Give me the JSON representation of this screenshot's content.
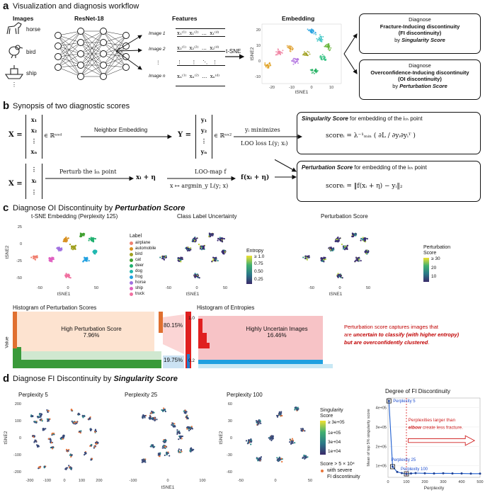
{
  "panel_a": {
    "letter": "a",
    "title": "Visualization and diagnosis workflow",
    "images_header": "Images",
    "animal_labels": [
      "horse",
      "bird",
      "ship"
    ],
    "animal_colors": [
      "#a070d0",
      "#6a9a20",
      "#d060c0"
    ],
    "more_dots": "⋮",
    "network_header": "ResNet-18",
    "features_header": "Features",
    "image_rows": [
      "Image 1",
      "Image 2",
      "⋮",
      "Image n"
    ],
    "feature_rows": [
      "x₁⁽¹⁾  x₁⁽²⁾  …  x₁⁽ᵈ⁾",
      "x₂⁽¹⁾  x₂⁽²⁾  …  x₂⁽ᵈ⁾",
      "⋮      ⋮    ⋱   ⋮",
      "xₙ⁽¹⁾  xₙ⁽²⁾  …  xₙ⁽ᵈ⁾"
    ],
    "tsne_label": "t-SNE",
    "embedding_header": "Embedding",
    "emb_ylabel": "tSNE2",
    "emb_xlabel": "tSNE1",
    "emb_yticks": [
      "20",
      "10",
      "0",
      "-10"
    ],
    "emb_xticks": [
      "-20",
      "-10",
      "0",
      "10"
    ],
    "diag1": {
      "l1": "Diagnose",
      "l2": "Fracture-Inducing discontinuity",
      "l3": "(FI discontinuity)",
      "l4": "by",
      "l5": "Singularity Score"
    },
    "diag2": {
      "l1": "Diagnose",
      "l2": "Overconfidence-Inducing discontinuity",
      "l3": "(OI discontinuity)",
      "l4": "by",
      "l5": "Perturbation Score"
    }
  },
  "panel_b": {
    "letter": "b",
    "title": "Synopsis of two diagnostic scores",
    "X_label": "X =",
    "X_col": [
      "x₁",
      "x₂",
      "⋮",
      "xₙ"
    ],
    "X_dim": "∈ ℝⁿˣᵈ",
    "neighbor_embedding": "Neighbor Embedding",
    "Y_label": "Y =",
    "Y_col": [
      "y₁",
      "y₂",
      "⋮",
      "yₙ"
    ],
    "Y_dim": "∈ ℝⁿˣ²",
    "yi_min": "yᵢ minimizes",
    "loo_loss": "LOO loss L(y; xᵢ)",
    "sing_title_a": "Singularity Score",
    "sing_title_b": "for embedding of the iₜₕ point",
    "sing_formula": "scoreᵢ = λ⁻¹ₘᵢₙ ( ∂L / ∂yᵢ∂yᵢᵀ )",
    "X2_col": [
      "⋮",
      "xᵢ",
      "⋮"
    ],
    "perturb_text": "Perturb the iₜₕ point",
    "xi_eta": "xᵢ + η",
    "loo_map": "LOO-map f",
    "loo_map2": "x ↦ argmin_y L(y; x)",
    "f_out": "f(xᵢ + η)",
    "pert_title_a": "Perturbation Score",
    "pert_title_b": "for embedding of the iₜₕ point",
    "pert_formula": "scoreᵢ = ‖f(xᵢ + η) − yᵢ‖₂"
  },
  "panel_c": {
    "letter": "c",
    "title_a": "Diagnose OI Discontinuity by ",
    "title_b": "Perturbation Score",
    "plot1_title": "t-SNE Embedding (Perplexity 125)",
    "plot2_title": "Class Label Uncertainty",
    "plot3_title": "Perturbation Score",
    "ylabel": "tSNE2",
    "xlabel": "tSNE1",
    "yticks": [
      "25",
      "0",
      "-25",
      "-50"
    ],
    "xticks": [
      "-50",
      "0",
      "50"
    ],
    "legend_title": "Label",
    "labels": [
      "airplane",
      "automobile",
      "bird",
      "cat",
      "deer",
      "dog",
      "frog",
      "horse",
      "ship",
      "truck"
    ],
    "label_colors": [
      "#f08070",
      "#d89020",
      "#a0a020",
      "#40a030",
      "#20b070",
      "#20b8b0",
      "#20a0e0",
      "#a070e0",
      "#e060c0",
      "#f070a0"
    ],
    "entropy_title": "Entropy",
    "entropy_ticks": [
      "≥ 1.0",
      "0.75",
      "0.50",
      "0.25"
    ],
    "pert_cbar_title1": "Perturbation",
    "pert_cbar_title2": "Score",
    "pert_ticks": [
      "≥ 30",
      "20",
      "10"
    ],
    "hist1_title": "Histogram of Perturbation Scores",
    "hist1_ylabel": "Value",
    "hist1_box": "High Perturbation Score",
    "hist1_pct": "7.96%",
    "pct_top": "80.15%",
    "pct_bottom": "19.75%",
    "hist2_title": "Histogram of Entropies",
    "hist2_yticks": [
      "1.0",
      "0.2"
    ],
    "hist2_box": "Highly Uncertain Images",
    "hist2_pct": "16.46%",
    "note_l1": "Perturbation score captures images that",
    "note_l2a": "are ",
    "note_l2b": "uncertain to classify (with higher entropy)",
    "note_l3a": "but are overconfidently clustered",
    "note_l3b": "."
  },
  "panel_d": {
    "letter": "d",
    "title_a": "Diagnose FI Discontinuity by ",
    "title_b": "Singularity Score",
    "plot1_title": "Perplexity 5",
    "plot2_title": "Perplexity 25",
    "plot3_title": "Perplexity 100",
    "ylabel": "tSNE2",
    "xlabel": "tSNE1",
    "p1_yticks": [
      "200",
      "100",
      "0",
      "-100",
      "-200"
    ],
    "p1_xticks": [
      "-200",
      "-100",
      "0",
      "100",
      "200"
    ],
    "p2_xticks": [
      "-100",
      "0",
      "100"
    ],
    "p3_yticks": [
      "60",
      "30",
      "0",
      "-30",
      "-60"
    ],
    "p3_xticks": [
      "-50",
      "0",
      "50"
    ],
    "sing_cbar_title1": "Singularity",
    "sing_cbar_title2": "Score",
    "sing_ticks": [
      "≥ 3e+05",
      "1e+05",
      "3e+04",
      "1e+04"
    ],
    "score_legend": "Score > 5 × 10⁴",
    "score_legend2": "with severe",
    "score_legend3": "FI discontinuity",
    "degree_title": "Degree of FI Discontinuity",
    "degree_ylabel": "Mean of top 5% singularity score",
    "degree_xlabel": "Perplexity",
    "degree_yticks": [
      "4e+05",
      "3e+05",
      "2e+05",
      "1e+05"
    ],
    "degree_xticks": [
      "0",
      "100",
      "200",
      "300",
      "400",
      "500"
    ],
    "ann_p5": "Perplexity 5",
    "ann_p25": "Perplexity 25",
    "ann_p100": "Perplexity 100",
    "arrow_note_a": "Perplexities larger than",
    "arrow_note_b": "elbow",
    "arrow_note_c": " create less fracture."
  },
  "chart_data": {
    "type": "line",
    "title": "Degree of FI Discontinuity",
    "xlabel": "Perplexity",
    "ylabel": "Mean of top 5% singularity score",
    "x": [
      5,
      25,
      50,
      75,
      100,
      125,
      150,
      200,
      250,
      300,
      350,
      400,
      450,
      500
    ],
    "values": [
      435000,
      95000,
      68000,
      62000,
      58000,
      60000,
      62000,
      61000,
      60000,
      61000,
      60000,
      60000,
      59000,
      59000
    ],
    "xlim": [
      0,
      500
    ],
    "ylim": [
      40000,
      450000
    ],
    "highlighted": [
      5,
      25,
      100
    ]
  }
}
